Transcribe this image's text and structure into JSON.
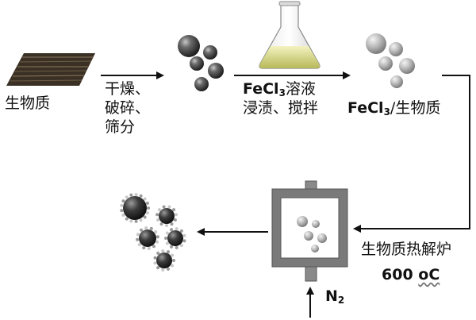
{
  "biomass_label": "生物质",
  "step1_label": [
    "干燥、",
    "破碎、",
    "筛分"
  ],
  "step2_label": {
    "reagent": "FeCl",
    "reagent_sub": "3",
    "reagent_suffix": "溶液",
    "action": "浸渍、搅拌"
  },
  "intermediate_label": {
    "prefix": "FeCl",
    "sub": "3",
    "suffix": "/生物质"
  },
  "furnace_label": "生物质热解炉",
  "temperature": {
    "value": "600",
    "unit": "oC"
  },
  "gas_label": {
    "prefix": "N",
    "sub": "2"
  },
  "colors": {
    "line": "#111111",
    "frame": "#7a7a7a",
    "frame_dark": "#555555",
    "sphere_dark": "#3a3a3a",
    "sphere_light": "#bdbdbd",
    "flask_liquid": "#d9d97a"
  }
}
